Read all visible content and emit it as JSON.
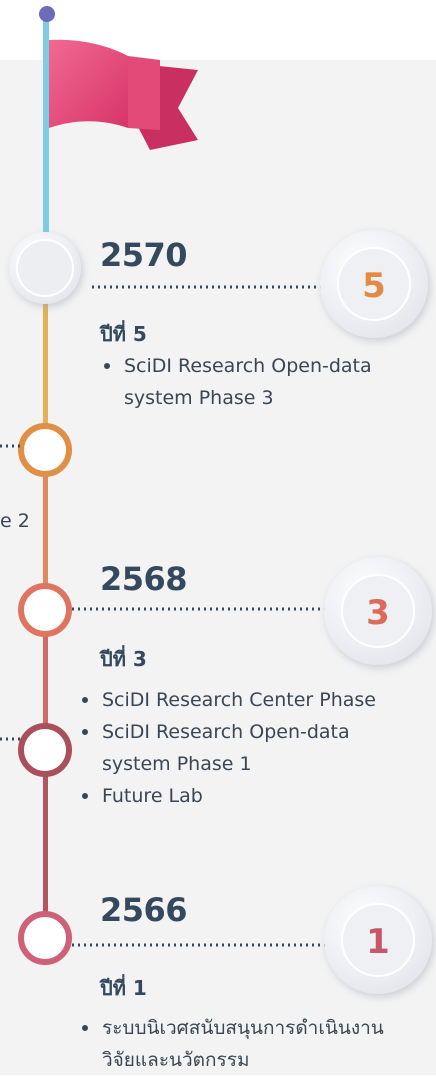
{
  "timeline": {
    "partial_left_text": "e 2",
    "milestones": [
      {
        "year": "2570",
        "year_label": "ปีที่ 5",
        "badge_number": "5",
        "badge_color": "#e48a45",
        "items": [
          "SciDI Research Open-data",
          "system Phase 3"
        ]
      },
      {
        "year": "2568",
        "year_label": "ปีที่ 3",
        "badge_number": "3",
        "badge_color": "#db6b5c",
        "items": [
          "SciDI Research Center Phase",
          "SciDI Research Open-data",
          "system Phase 1",
          "Future Lab"
        ]
      },
      {
        "year": "2566",
        "year_label": "ปีที่ 1",
        "badge_number": "1",
        "badge_color": "#c8566a",
        "items": [
          "ระบบนิเวศสนับสนุนการดำเนินงาน",
          "วิจัยและนวัตกรรม"
        ]
      }
    ]
  },
  "colors": {
    "flag": "#e8507e",
    "pole": "#7fcde3",
    "pole_top": "#6c6db6",
    "text": "#34495e"
  }
}
